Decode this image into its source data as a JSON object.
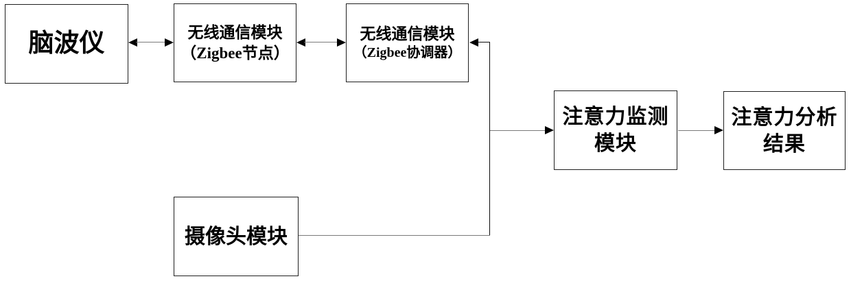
{
  "diagram": {
    "title": "attention-monitoring-system-block-diagram",
    "colors": {
      "background": "#ffffff",
      "node_border": "#1f1f1f",
      "connector_line": "#7a7a7a",
      "vertical_line": "#0a0a0a",
      "arrowhead": "#000000",
      "text": "#000000"
    },
    "nodes": {
      "brainwave": {
        "label": "脑波仪"
      },
      "zigbee_node": {
        "line1": "无线通信模块",
        "line2": "（Zigbee节点）"
      },
      "zigbee_coordinator": {
        "line1": "无线通信模块",
        "line2": "（Zigbee协调器）"
      },
      "attention_monitor": {
        "line1": "注意力监测",
        "line2": "模块"
      },
      "attention_result": {
        "line1": "注意力分析",
        "line2": "结果"
      },
      "camera": {
        "label": "摄像头模块"
      }
    },
    "edges": [
      {
        "from": "brainwave",
        "to": "zigbee_node",
        "direction": "bidirectional"
      },
      {
        "from": "zigbee_node",
        "to": "zigbee_coordinator",
        "direction": "bidirectional"
      },
      {
        "from": "camera",
        "to": "zigbee_coordinator",
        "direction": "one-way",
        "route": "right-then-up"
      },
      {
        "from": "camera-coordinator-junction",
        "to": "attention_monitor",
        "direction": "one-way"
      },
      {
        "from": "attention_monitor",
        "to": "attention_result",
        "direction": "one-way"
      }
    ]
  }
}
